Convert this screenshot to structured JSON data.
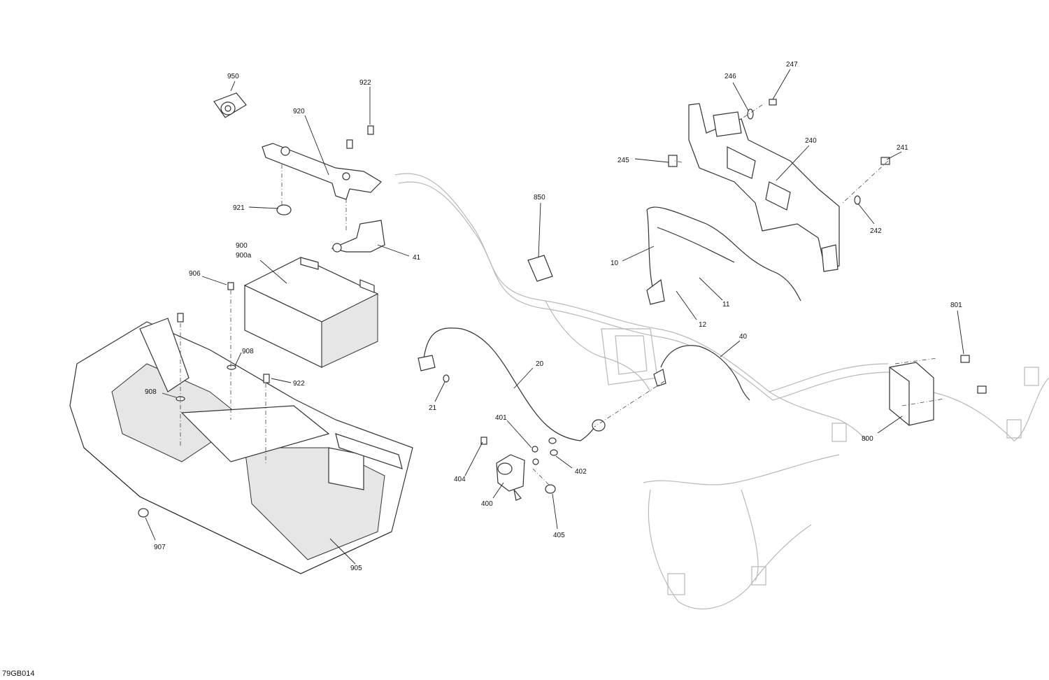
{
  "diagram": {
    "reference_code": "79GB014",
    "callouts": [
      {
        "id": "c950",
        "text": "950"
      },
      {
        "id": "c922a",
        "text": "922"
      },
      {
        "id": "c920",
        "text": "920"
      },
      {
        "id": "c921",
        "text": "921"
      },
      {
        "id": "c41",
        "text": "41"
      },
      {
        "id": "c900",
        "text": "900"
      },
      {
        "id": "c900a",
        "text": "900a"
      },
      {
        "id": "c906",
        "text": "906"
      },
      {
        "id": "c908a",
        "text": "908"
      },
      {
        "id": "c908b",
        "text": "908"
      },
      {
        "id": "c922b",
        "text": "922"
      },
      {
        "id": "c907",
        "text": "907"
      },
      {
        "id": "c905",
        "text": "905"
      },
      {
        "id": "c850",
        "text": "850"
      },
      {
        "id": "c20",
        "text": "20"
      },
      {
        "id": "c21",
        "text": "21"
      },
      {
        "id": "c401",
        "text": "401"
      },
      {
        "id": "c404",
        "text": "404"
      },
      {
        "id": "c402",
        "text": "402"
      },
      {
        "id": "c400",
        "text": "400"
      },
      {
        "id": "c405",
        "text": "405"
      },
      {
        "id": "c40",
        "text": "40"
      },
      {
        "id": "c10",
        "text": "10"
      },
      {
        "id": "c11",
        "text": "11"
      },
      {
        "id": "c12",
        "text": "12"
      },
      {
        "id": "c246",
        "text": "246"
      },
      {
        "id": "c247",
        "text": "247"
      },
      {
        "id": "c240",
        "text": "240"
      },
      {
        "id": "c245",
        "text": "245"
      },
      {
        "id": "c241",
        "text": "241"
      },
      {
        "id": "c242",
        "text": "242"
      },
      {
        "id": "c801",
        "text": "801"
      },
      {
        "id": "c800",
        "text": "800"
      }
    ]
  }
}
